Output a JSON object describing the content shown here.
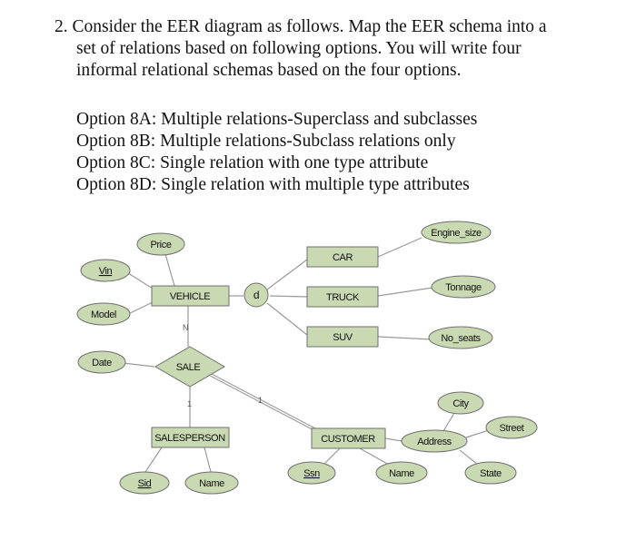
{
  "question": {
    "line1": "2. Consider the EER diagram as follows. Map the EER schema into a",
    "line2": "set of relations based on following options. You will write four",
    "line3": "informal relational schemas based on the four options."
  },
  "options": [
    "Option 8A: Multiple relations-Superclass and subclasses",
    "Option 8B: Multiple relations-Subclass relations only",
    "Option 8C: Single relation with one type attribute",
    "Option 8D: Single relation with multiple type attributes"
  ],
  "diagram": {
    "entities": {
      "vehicle": "VEHICLE",
      "car": "CAR",
      "truck": "TRUCK",
      "suv": "SUV",
      "salesperson": "SALESPERSON",
      "customer": "CUSTOMER"
    },
    "relationship": {
      "sale": "SALE"
    },
    "specialization": {
      "symbol": "d"
    },
    "attributes": {
      "price": "Price",
      "vin": "Vin",
      "model": "Model",
      "date": "Date",
      "engine_size": "Engine_size",
      "tonnage": "Tonnage",
      "no_seats": "No_seats",
      "city": "City",
      "street": "Street",
      "address": "Address",
      "state": "State",
      "ssn": "Ssn",
      "customer_name": "Name",
      "sid": "Sid",
      "salesperson_name": "Name"
    },
    "cardinality": {
      "vehicle_sale": "N",
      "salesperson_sale": "1",
      "customer_sale": "1"
    },
    "colors": {
      "fill": "#c9d9b2",
      "stroke": "#6f6f6f",
      "line": "#9a9a9a"
    }
  }
}
